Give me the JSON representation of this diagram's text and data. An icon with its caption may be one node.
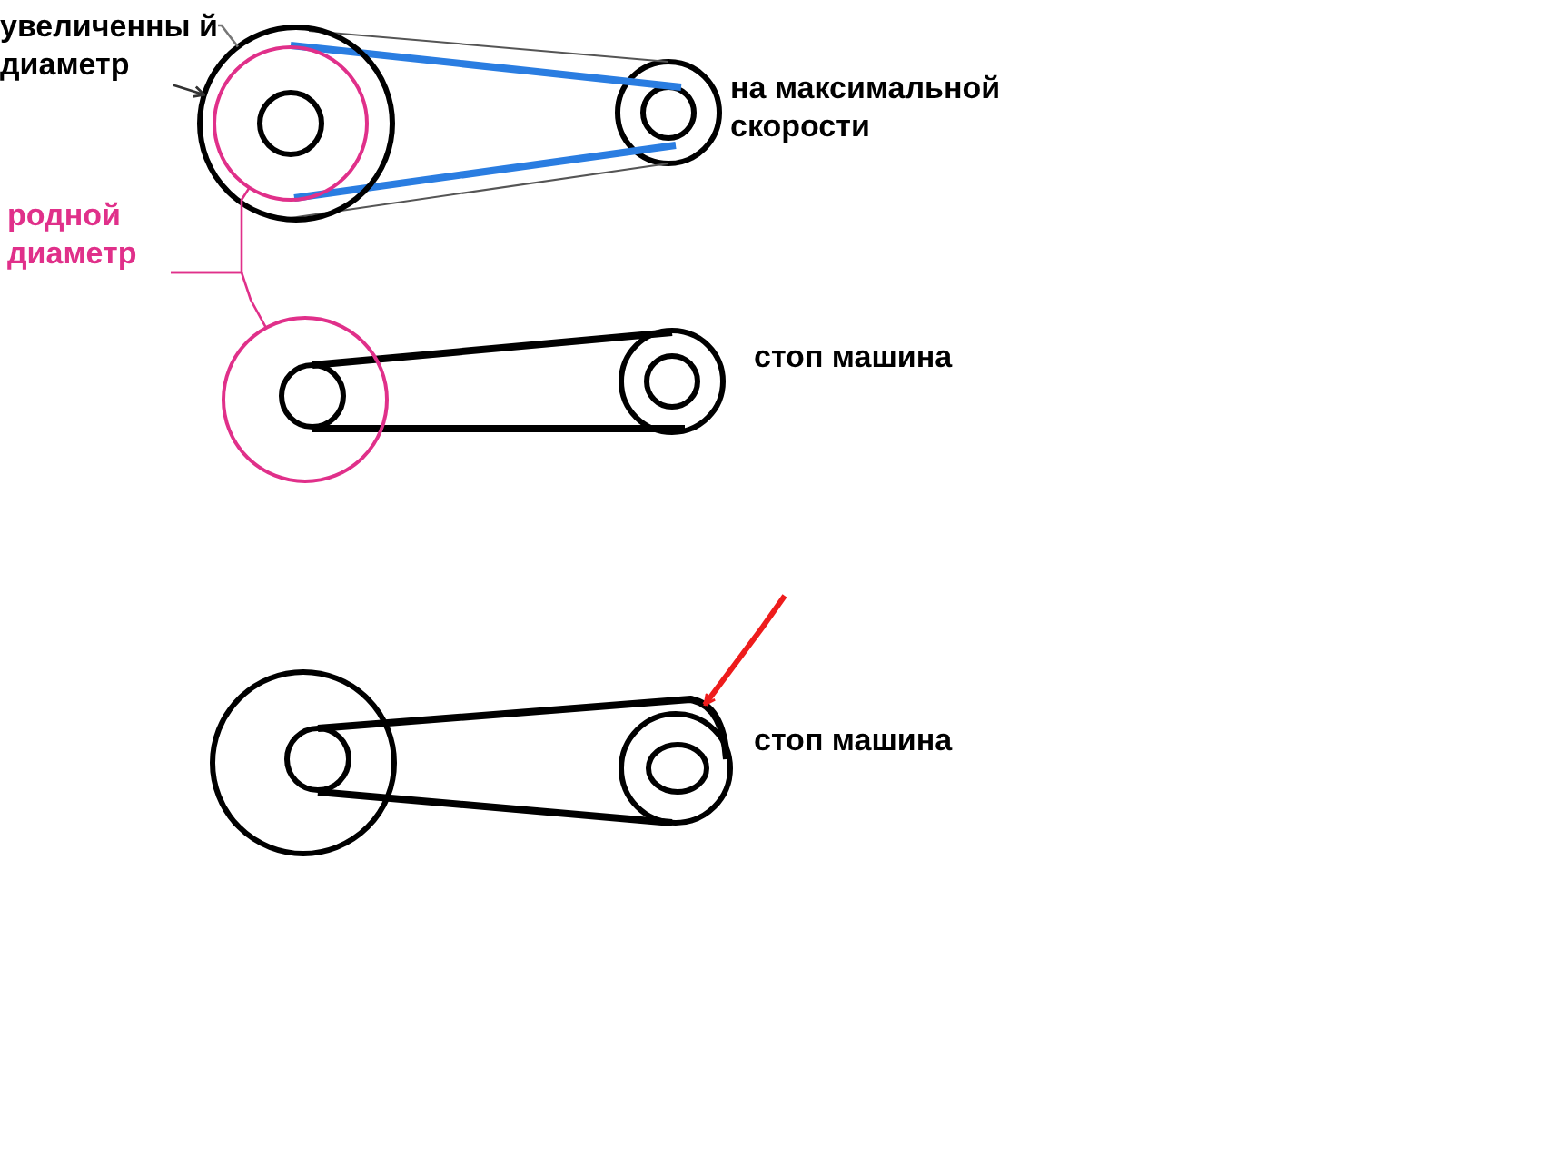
{
  "diagram": {
    "nodes": [
      {
        "text": [
          "увеличенны й диаметр"
        ]
      },
      {
        "text": [],
        "shape": "circle"
      },
      {
        "text": [
          "родной диаметр"
        ]
      },
      {
        "text": [],
        "shape": "circle",
        "in": 1
      },
      {
        "text": [],
        "shape": "circle"
      },
      {
        "text": [],
        "shape": "circle",
        "beside": [
          "стоп машина"
        ]
      }
    ],
    "edges": [
      {
        "from": 0,
        "to": 1,
        "arrow": "to",
        "color": "#333333"
      },
      {
        "from": 0,
        "to": 1,
        "arrow": "none",
        "color": "#777777"
      },
      {
        "from": 2,
        "to": 3,
        "arrow": "none",
        "color": "#e0308a"
      },
      {
        "from": 2,
        "to": 4,
        "arrow": "none",
        "color": "#e0308a"
      },
      {
        "from": null,
        "to": 5,
        "arrow": "to",
        "style": "thick",
        "color": "#ee1c1c"
      }
    ],
    "labels": [
      "на максимальной скорости",
      "стоп машина"
    ]
  }
}
